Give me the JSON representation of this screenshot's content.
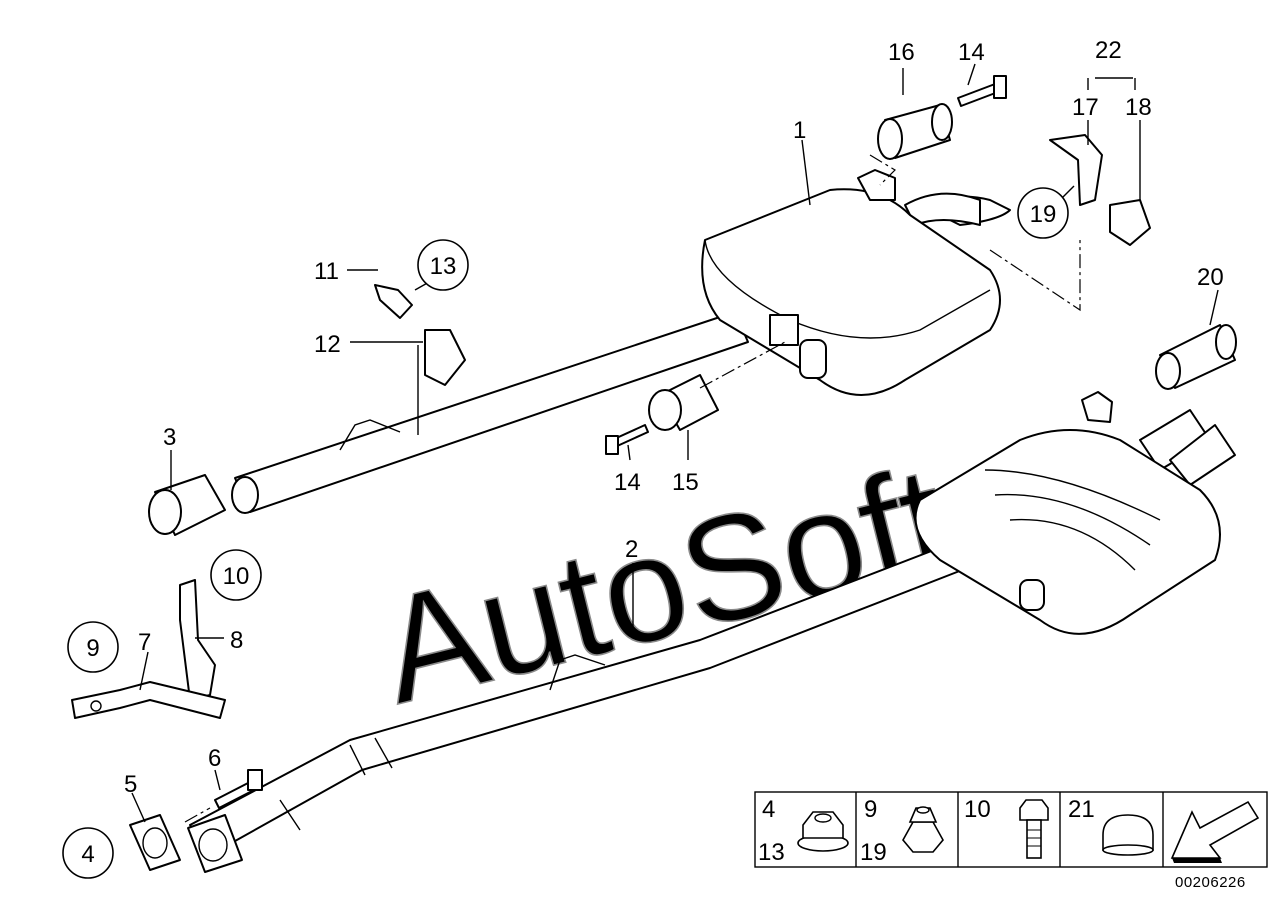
{
  "diagram": {
    "watermark": "AutoSoft",
    "reference_number": "00206226",
    "part_labels": [
      "1",
      "2",
      "3",
      "5",
      "6",
      "7",
      "8",
      "11",
      "12",
      "14",
      "14",
      "15",
      "16",
      "17",
      "18",
      "20",
      "22"
    ],
    "circled_labels": [
      "13",
      "10",
      "9",
      "4",
      "19"
    ],
    "legend": {
      "cells": [
        {
          "top": "4",
          "bottom": "13",
          "icon": "flange-nut-icon"
        },
        {
          "top": "9",
          "bottom": "19",
          "icon": "collar-nut-icon"
        },
        {
          "top": "10",
          "bottom": "",
          "icon": "bolt-icon"
        },
        {
          "top": "21",
          "bottom": "",
          "icon": "plug-cap-icon"
        },
        {
          "top": "",
          "bottom": "",
          "icon": "direction-arrow-icon"
        }
      ]
    }
  }
}
